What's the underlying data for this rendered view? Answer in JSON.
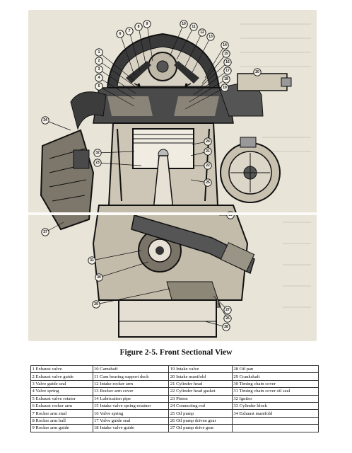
{
  "figure": {
    "caption": "Figure 2-5. Front Sectional View",
    "callout_numbers": [
      "6",
      "7",
      "8",
      "9",
      "10",
      "11",
      "12",
      "13",
      "14",
      "15",
      "16",
      "17",
      "18",
      "19",
      "20",
      "1",
      "2",
      "3",
      "4",
      "5",
      "34",
      "32",
      "23",
      "24",
      "21",
      "22",
      "25",
      "37",
      "31",
      "30",
      "29",
      "27",
      "26",
      "28",
      "33"
    ]
  },
  "legend": {
    "rows": [
      [
        "1 Exhaust valve",
        "10 Camshaft",
        "19 Intake valve",
        "28 Oil pan"
      ],
      [
        "2 Exhaust valve guide",
        "11 Cam bearing support deck",
        "20 Intake manifold",
        "29 Crankshaft"
      ],
      [
        "3 Valve guide seal",
        "12 Intake rocker arm",
        "21 Cylinder head",
        "30 Timing chain cover"
      ],
      [
        "4 Valve spring",
        "13 Rocker arm cover",
        "22 Cylinder head gasket",
        "31 Timing chain cover oil seal"
      ],
      [
        "5 Exhaust valve rotator",
        "14 Lubrication pipe",
        "23 Piston",
        "32 Ignitor"
      ],
      [
        "6 Exhaust rocker arm",
        "15 Intake valve spring retainer",
        "24 Connecting rod",
        "33 Cylinder block"
      ],
      [
        "7 Rocker arm stud",
        "16 Valve spring",
        "25 Oil pump",
        "34 Exhaust manifold"
      ],
      [
        "8 Rocker arm ball",
        "17 Valve guide seal",
        "26 Oil pump driven gear",
        ""
      ],
      [
        "9 Rocker arm guide",
        "18 Intake valve guide",
        "27 Oil pump drive gear",
        ""
      ]
    ]
  }
}
